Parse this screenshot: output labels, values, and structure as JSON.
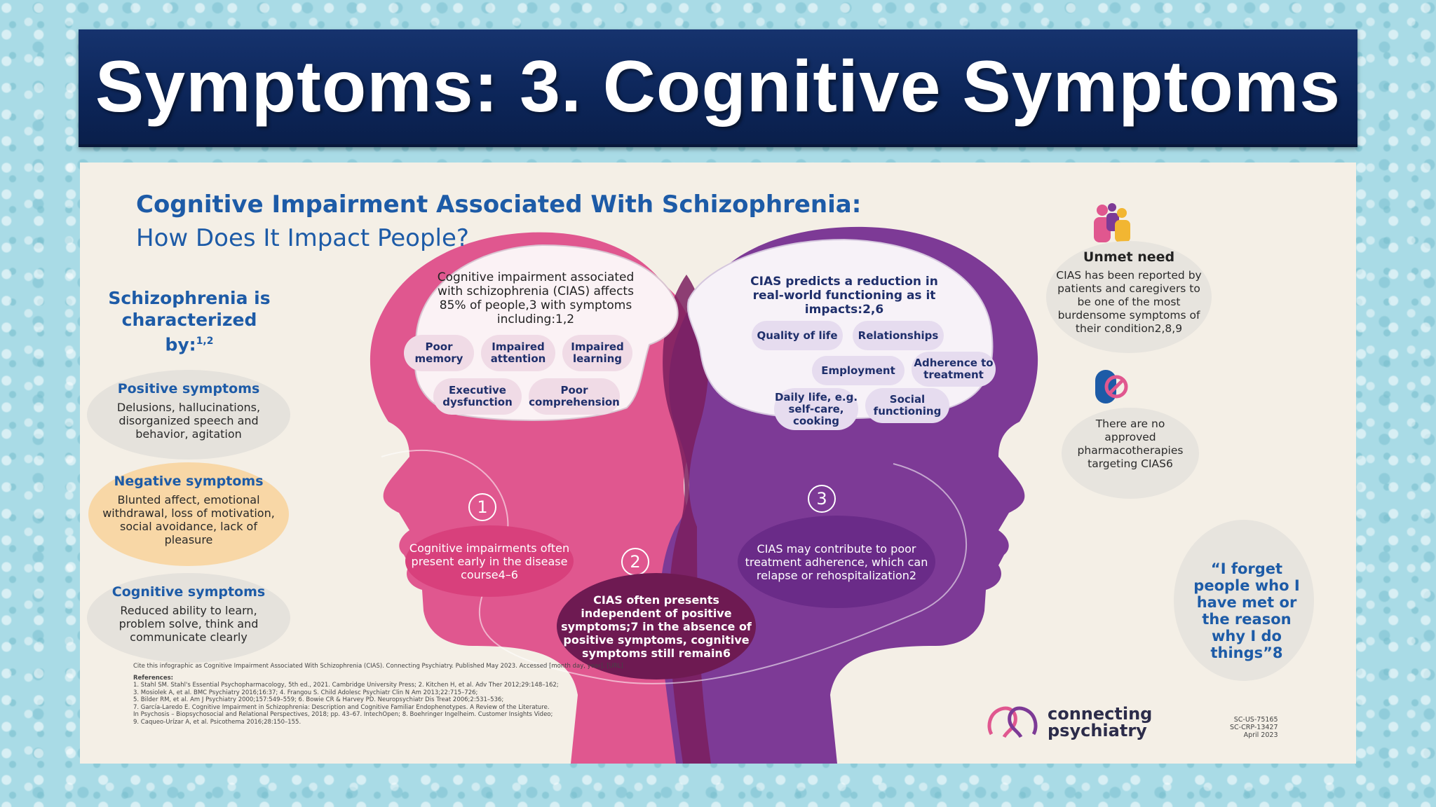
{
  "slide_title": "Symptoms: 3. Cognitive Symptoms",
  "poster": {
    "title_line1": "Cognitive Impairment Associated With Schizophrenia:",
    "title_line2": "How Does It Impact People?",
    "characterized": {
      "title": "Schizophrenia is characterized by:",
      "refs": "1,2"
    },
    "positive": {
      "heading": "Positive symptoms",
      "body": "Delusions, hallucinations, disorganized speech and behavior, agitation"
    },
    "negative": {
      "heading": "Negative symptoms",
      "body": "Blunted affect, emotional withdrawal, loss of motivation, social avoidance, lack of pleasure"
    },
    "cognitive": {
      "heading": "Cognitive symptoms",
      "body": "Reduced ability to learn, problem solve, think and communicate clearly"
    },
    "left_brain": {
      "intro": "Cognitive impairment associated with schizophrenia (CIAS) affects 85% of people,3 with symptoms including:1,2",
      "pills": [
        "Poor memory",
        "Impaired attention",
        "Impaired learning",
        "Executive dysfunction",
        "Poor comprehension"
      ]
    },
    "right_brain": {
      "intro": "CIAS predicts a reduction in real-world functioning as it impacts:2,6",
      "pills": [
        "Quality of life",
        "Relationships",
        "Employment",
        "Adherence to treatment",
        "Daily life, e.g. self-care, cooking",
        "Social functioning"
      ]
    },
    "notes": [
      {
        "num": "1",
        "text": "Cognitive impairments often present early in the disease course4–6"
      },
      {
        "num": "2",
        "text": "CIAS often presents independent of positive symptoms;7 in the absence of positive symptoms, cognitive symptoms still remain6"
      },
      {
        "num": "3",
        "text": "CIAS may contribute to poor treatment adherence, which can relapse or rehospitalization2"
      }
    ],
    "unmet": {
      "title": "Unmet need",
      "body": "CIAS has been reported by patients and caregivers to be one of the most burdensome symptoms of their condition2,8,9"
    },
    "no_approved": "There are no approved pharmacotherapies targeting CIAS6",
    "quote": "“I forget people who I have met or the reason why I do things”8",
    "cite": "Cite this infographic as Cognitive Impairment Associated With Schizophrenia (CIAS). Connecting Psychiatry. Published May 2023. Accessed [month day, year]. [URL]",
    "references_heading": "References:",
    "references": [
      "1. Stahl SM. Stahl's Essential Psychopharmacology, 5th ed., 2021. Cambridge University Press; 2. Kitchen H, et al. Adv Ther 2012;29:148–162;",
      "3. Mosiolek A, et al. BMC Psychiatry 2016;16:37; 4. Frangou S. Child Adolesc Psychiatr Clin N Am 2013;22:715–726;",
      "5. Bilder RM, et al. Am J Psychiatry 2000;157:549–559; 6. Bowie CR & Harvey PD. Neuropsychiatr Dis Treat 2006;2:531–536;",
      "7. García-Laredo E. Cognitive Impairment in Schizophrenia: Description and Cognitive Familiar Endophenotypes. A Review of the Literature.",
      "In Psychosis – Biopsychosocial and Relational Perspectives, 2018; pp. 43–67. IntechOpen; 8. Boehringer Ingelheim. Customer Insights Video;",
      "9. Caqueo-Urízar A, et al. Psicothema 2016;28:150–155."
    ],
    "logo_line1": "connecting",
    "logo_line2": "psychiatry",
    "codes": [
      "SC-US-75165",
      "SC-CRP-13427",
      "April 2023"
    ],
    "colors": {
      "pink": "#e0578f",
      "purple": "#7d3a96",
      "dark": "#7a1f5e",
      "blue": "#1d5ba7"
    }
  }
}
